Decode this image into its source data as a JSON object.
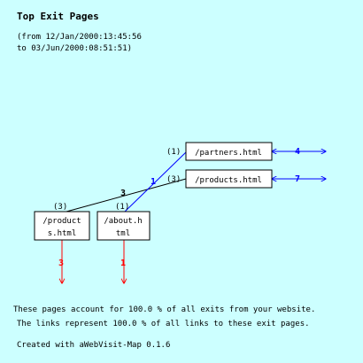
{
  "header": {
    "title": "Top Exit Pages",
    "range_line1": "(from 12/Jan/2000:13:45:56",
    "range_line2": "to 03/Jun/2000:08:51:51)"
  },
  "pages": [
    {
      "id": "partners",
      "label": "/partners.html",
      "count": "(1)"
    },
    {
      "id": "products_right",
      "label": "/products.html",
      "count": "(3)"
    },
    {
      "id": "products_left",
      "label_line1": "/product",
      "label_line2": "s.html",
      "count": "(3)"
    },
    {
      "id": "about",
      "label_line1": "/about.h",
      "label_line2": "tml",
      "count": "(1)"
    }
  ],
  "links": [
    {
      "from": "products_left",
      "to": "products_right",
      "label": "3",
      "color": "#000000"
    },
    {
      "from": "about",
      "to": "partners",
      "label": "1",
      "color": "#0000ff"
    }
  ],
  "exits_right": [
    {
      "from": "partners",
      "label": "4",
      "color": "#0000ff"
    },
    {
      "from": "products_right",
      "label": "7",
      "color": "#0000ff"
    }
  ],
  "exits_down": [
    {
      "from": "products_left",
      "label": "3",
      "color": "#ff0000"
    },
    {
      "from": "about",
      "label": "1",
      "color": "#ff0000"
    }
  ],
  "footer": {
    "line1": "These pages account for 100.0 % of all exits from your website.",
    "line2": "The links represent 100.0 % of all links to these exit pages.",
    "created": "Created with aWebVisit-Map 0.1.6"
  }
}
